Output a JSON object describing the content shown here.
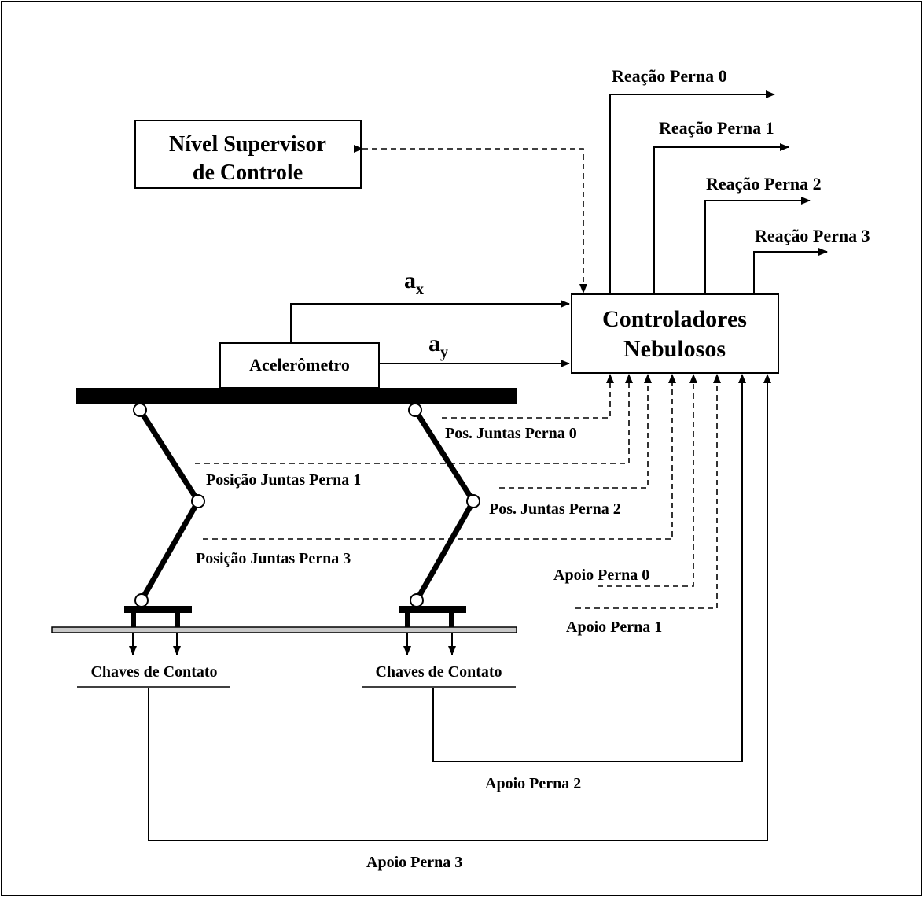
{
  "supervisor": {
    "line1": "Nível Supervisor",
    "line2": "de Controle"
  },
  "controller": {
    "line1": "Controladores",
    "line2": "Nebulosos"
  },
  "accelerometer": {
    "label": "Acelerômetro"
  },
  "signals": {
    "ax_base": "a",
    "ax_sub": "x",
    "ay_base": "a",
    "ay_sub": "y"
  },
  "reactions": [
    "Reação Perna 0",
    "Reação Perna 1",
    "Reação Perna 2",
    "Reação Perna 3"
  ],
  "joint_positions": {
    "leg0": "Pos. Juntas Perna 0",
    "leg1": "Posição Juntas Perna 1",
    "leg2": "Pos. Juntas Perna 2",
    "leg3": "Posição Juntas Perna 3"
  },
  "supports": {
    "leg0": "Apoio Perna 0",
    "leg1": "Apoio Perna 1",
    "leg2": "Apoio Perna 2",
    "leg3": "Apoio Perna 3"
  },
  "contact_switches": {
    "left": "Chaves de Contato",
    "right": "Chaves de Contato"
  }
}
